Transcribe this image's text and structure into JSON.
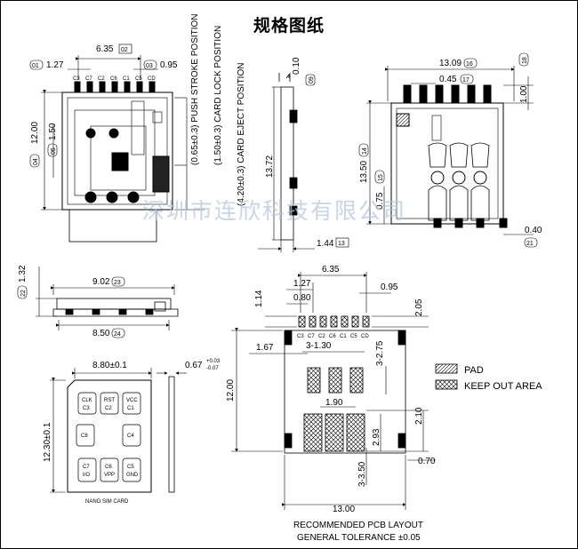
{
  "title": "规格图纸",
  "watermark": "深圳市连欣科技有限公司",
  "top_left": {
    "dim_pitch_total": "6.35",
    "ref_pitch_total": "02",
    "dim_left": "1.27",
    "ref_left": "01",
    "dim_right": "0.95",
    "ref_right": "03",
    "dim_h_total": "12.00",
    "ref_h_total": "04",
    "dim_h_inner": "1.50",
    "ref_h_inner": "05",
    "pin_labels": [
      "C3",
      "C7",
      "C2",
      "C6",
      "C1",
      "C5",
      "CD"
    ],
    "positions": [
      "(0.65±0.3) PUSH STROKE POSITION",
      "(1.50±0.3) CARD LOCK POSITION",
      "(4.20±0.3) CARD EJECT POSITION"
    ]
  },
  "side_view": {
    "dim_top": "0.10",
    "ref_top": "09",
    "dim_height": "13.72",
    "dim_thick": "1.44",
    "ref_thick": "13"
  },
  "top_right": {
    "dim_width": "13.09",
    "ref_width": "16",
    "dim_pin_pitch": "0.45",
    "ref_pin_pitch": "17",
    "dim_top": "1.00",
    "ref_top": "18",
    "dim_height": "13.50",
    "ref_height": "14",
    "ref_inner": "15",
    "dim_inner": "0.75",
    "dim_foot": "0.40",
    "ref_foot": "21"
  },
  "front_view": {
    "dim_height": "1.32",
    "ref_height": "22",
    "dim_top_width": "9.02",
    "ref_top_width": "23",
    "dim_bottom_width": "8.50",
    "ref_bottom_width": "24"
  },
  "nano_card": {
    "dim_width": "8.80±0.1",
    "dim_height": "12.30±0.1",
    "dim_thickness": "0.67",
    "tol_plus": "+0.03",
    "tol_minus": "-0.07",
    "caption": "NANO SIM CARD",
    "contacts": [
      [
        "CLK",
        "C3"
      ],
      [
        "RST",
        "C2"
      ],
      [
        "VCC",
        "C1"
      ],
      [
        "C8"
      ],
      [
        "C4"
      ],
      [
        "C7",
        "I/O"
      ],
      [
        "C6",
        "VPP"
      ],
      [
        "C5",
        "GND"
      ]
    ]
  },
  "pcb_layout": {
    "dim_pitch_total": "6.35",
    "dim_pitch": "1.27",
    "dim_pad_w": "0.80",
    "dim_right": "0.95",
    "dim_top": "1.14",
    "dim_pad_h": "2.05",
    "dim_left_gap": "1.67",
    "dim_keepout_w": "3-1.30",
    "dim_keepout_h": "3-2.75",
    "dim_height": "12.00",
    "dim_lower_w": "1.90",
    "dim_lower_gap": "2.10",
    "dim_lower_h": "2.93",
    "dim_side": "0.70",
    "dim_lower_pad": "3-3.50",
    "dim_width": "13.00",
    "pin_labels": [
      "C3",
      "C7",
      "C2",
      "C6",
      "C1",
      "C5",
      "CD"
    ],
    "caption_1": "RECOMMENDED PCB LAYOUT",
    "caption_2": "GENERAL TOLERANCE ±0.05"
  },
  "legend": {
    "pad": "PAD",
    "keep_out": "KEEP OUT AREA"
  }
}
